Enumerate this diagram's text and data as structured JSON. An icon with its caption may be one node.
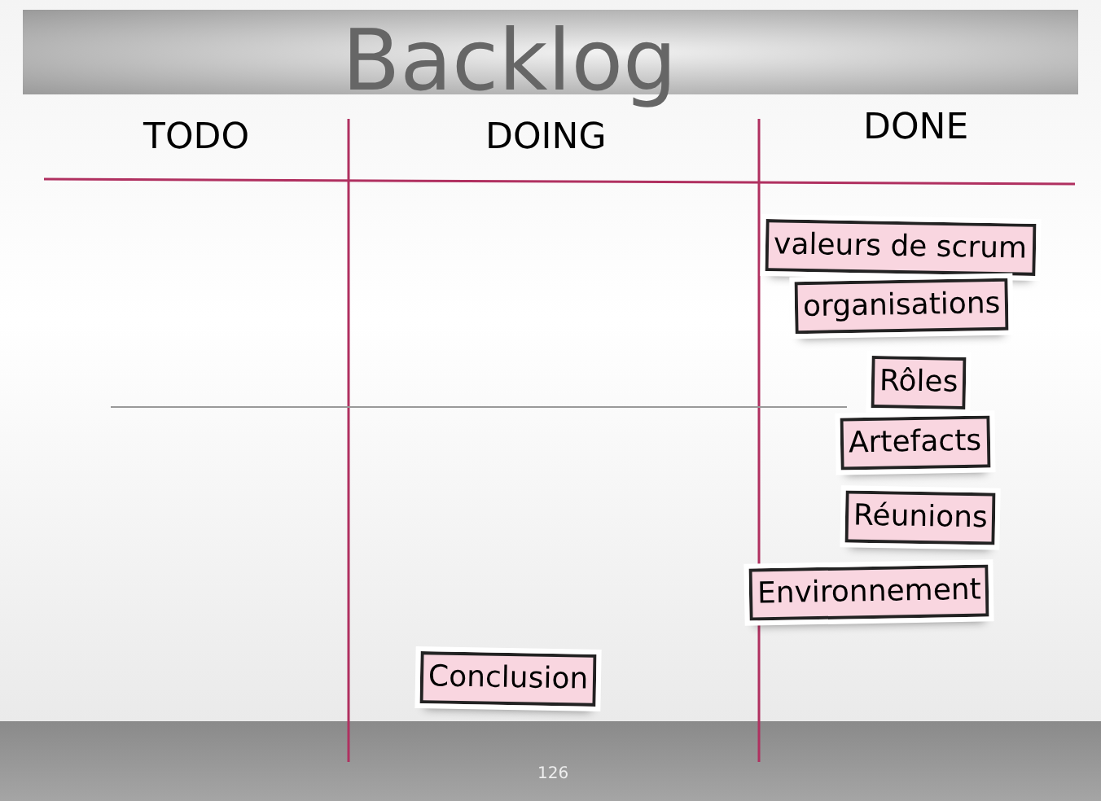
{
  "diagram": {
    "title": "Backlog",
    "nodes": [
      {
        "text": [
          "valeurs de scrum"
        ]
      },
      {
        "text": [
          "organisations"
        ]
      },
      {
        "text": [
          "Rôles"
        ]
      },
      {
        "text": [
          "Artefacts"
        ]
      },
      {
        "text": [
          "Réunions"
        ]
      },
      {
        "text": [
          "Environnement"
        ]
      },
      {
        "text": [
          "Conclusion"
        ]
      }
    ],
    "labels": [
      "TODO",
      "DOING",
      "DONE",
      "126"
    ]
  }
}
